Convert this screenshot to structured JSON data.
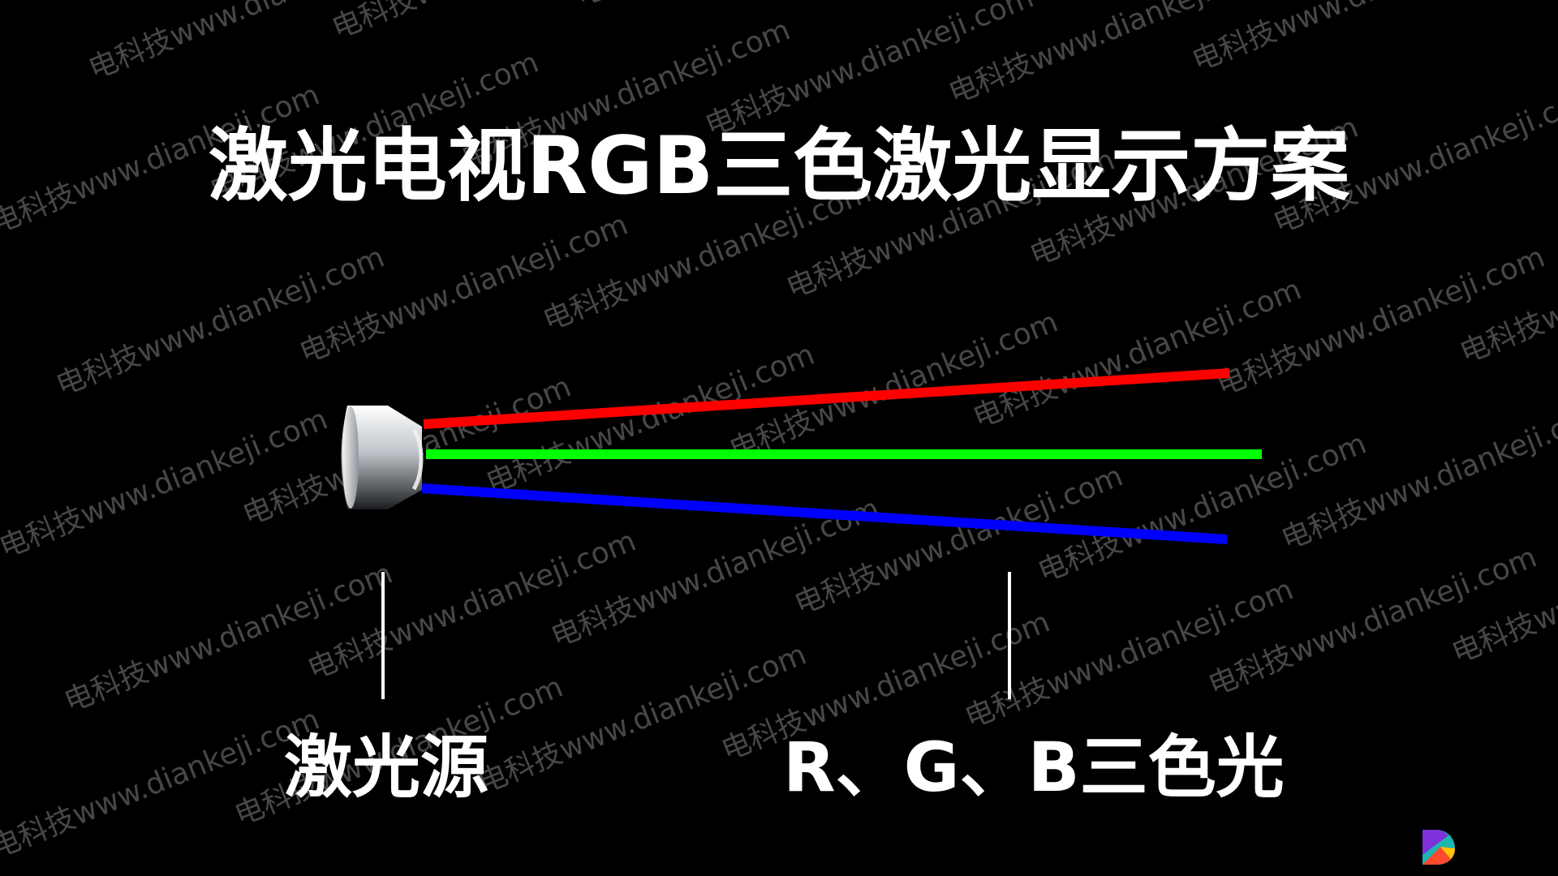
{
  "title": "激光电视RGB三色激光显示方案",
  "labels": {
    "left": "激光源",
    "right": "R、G、B三色光"
  },
  "watermark": {
    "text": "电科技www.diankeji.com"
  },
  "beams": [
    {
      "name": "red-beam",
      "color": "#ff0000"
    },
    {
      "name": "green-beam",
      "color": "#00ff00"
    },
    {
      "name": "blue-beam",
      "color": "#0000ff"
    }
  ],
  "icons": {
    "laser_source": "laser-source-icon",
    "logo": "logo-icon"
  }
}
